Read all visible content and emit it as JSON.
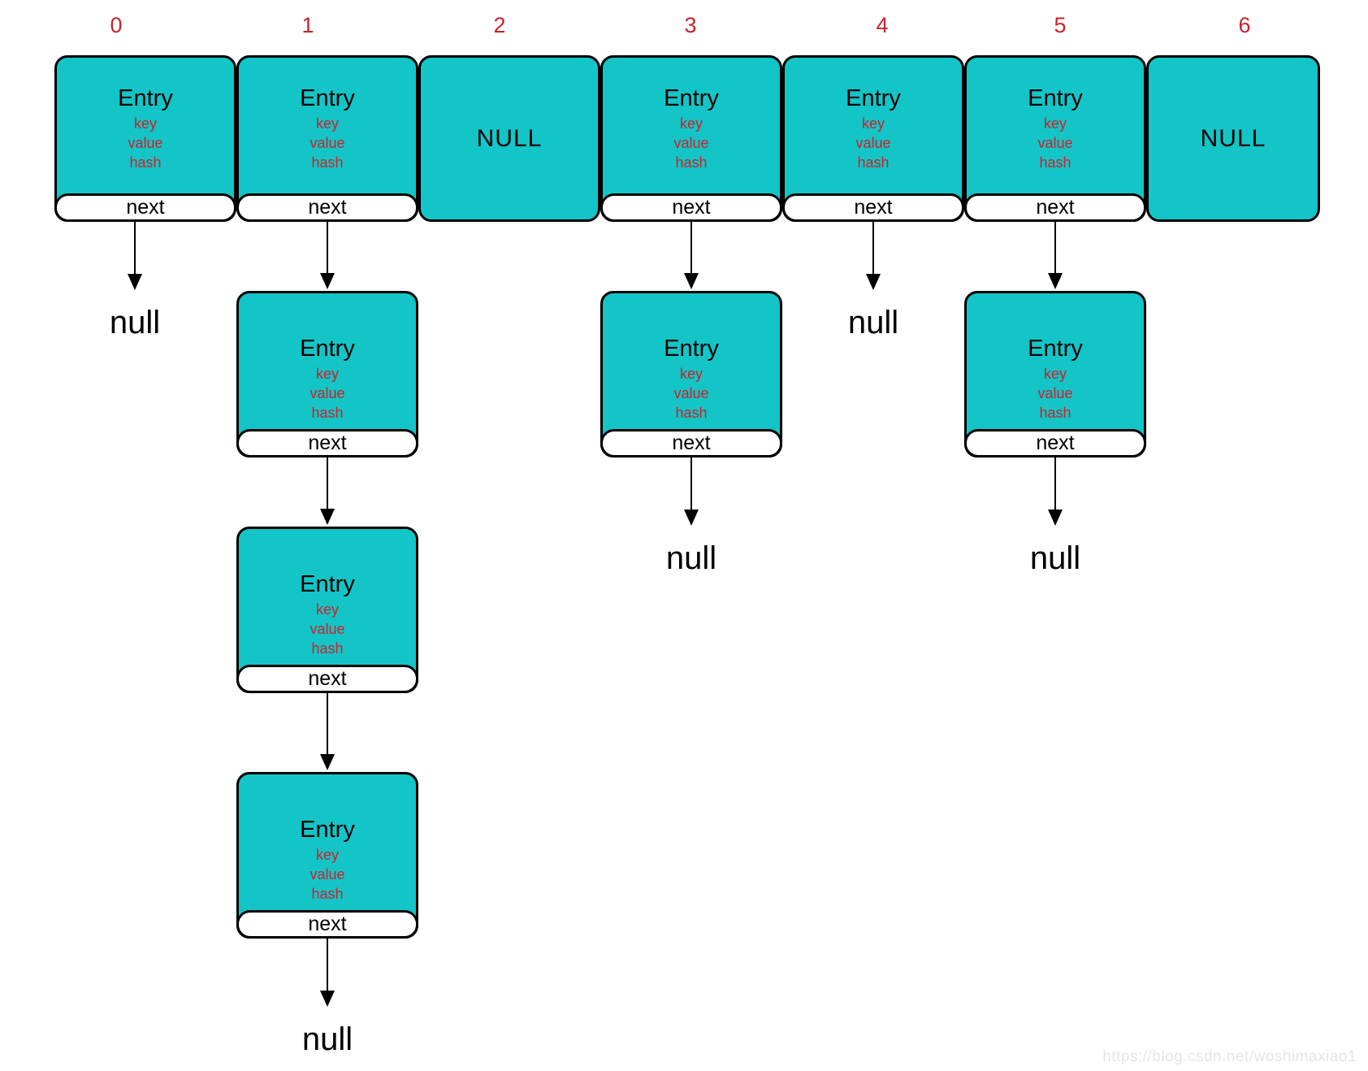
{
  "labels": {
    "entry": "Entry",
    "fields": [
      "key",
      "value",
      "hash"
    ],
    "next": "next",
    "null_box": "NULL",
    "null_pointer": "null"
  },
  "buckets": [
    {
      "index": "0",
      "type": "entry",
      "chain": 0
    },
    {
      "index": "1",
      "type": "entry",
      "chain": 3
    },
    {
      "index": "2",
      "type": "null",
      "chain": 0
    },
    {
      "index": "3",
      "type": "entry",
      "chain": 1
    },
    {
      "index": "4",
      "type": "entry",
      "chain": 0
    },
    {
      "index": "5",
      "type": "entry",
      "chain": 1
    },
    {
      "index": "6",
      "type": "null",
      "chain": 0
    }
  ],
  "watermark": "https://blog.csdn.net/woshimaxiao1",
  "colors": {
    "node_fill": "#14C5C7",
    "accent_red": "#C8232C",
    "border": "#000000",
    "watermark_gray": "#E5E5E5"
  }
}
